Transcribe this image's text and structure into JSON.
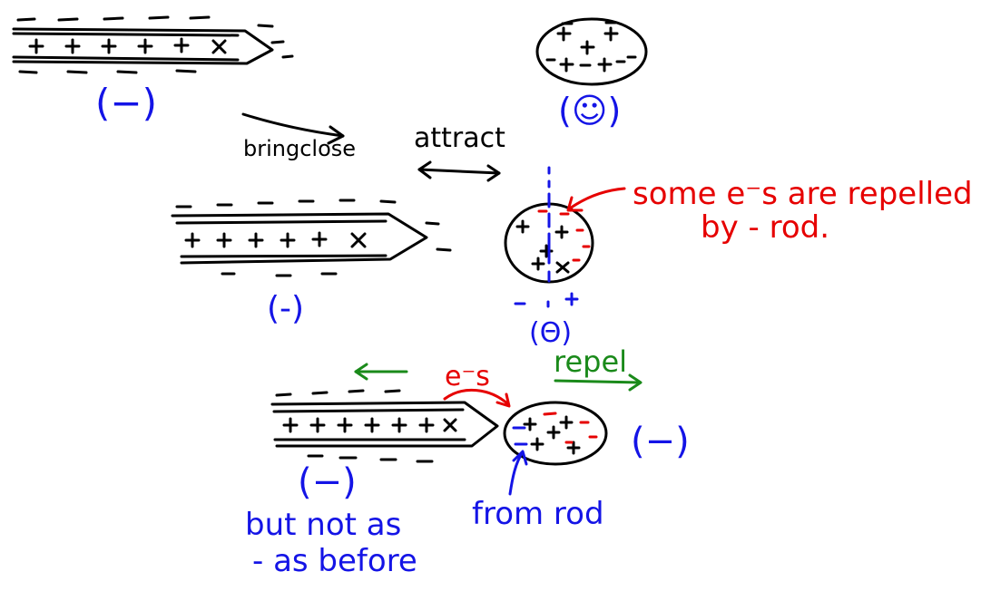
{
  "colors": {
    "black": "#000000",
    "blue": "#1414e6",
    "red": "#e60000",
    "green": "#1a8a1a"
  },
  "labels": {
    "bring_closer": "bringclose",
    "attract": "attract",
    "repelled_note_line1": "some e⁻s are repelled",
    "repelled_note_line2": "by - rod.",
    "electrons_label": "e⁻s",
    "repel": "repel",
    "from_rod": "from rod",
    "but_not_line1": "but not as",
    "but_not_line2": "- as before"
  },
  "charge_labels": {
    "rod_top": "(−)",
    "sphere_top": "(☺)",
    "rod_middle": "(-)",
    "sphere_middle": "(Θ)",
    "rod_bottom": "(−)",
    "sphere_bottom": "(−)"
  }
}
